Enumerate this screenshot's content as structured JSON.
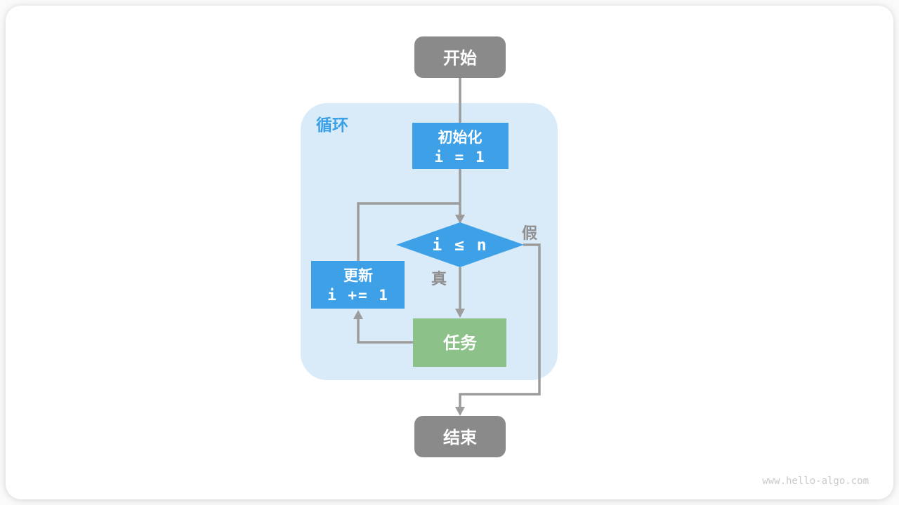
{
  "diagram": {
    "watermark": "www.hello-algo.com",
    "loop": {
      "label": "循环"
    },
    "nodes": {
      "start": {
        "label": "开始"
      },
      "init": {
        "label": "初始化",
        "code": "i = 1"
      },
      "condition": {
        "expression": "i ≤ n"
      },
      "update": {
        "label": "更新",
        "code": "i += 1"
      },
      "task": {
        "label": "任务"
      },
      "end": {
        "label": "结束"
      }
    },
    "edge_labels": {
      "true": "真",
      "false": "假"
    },
    "colors": {
      "terminal_fill": "#8a8a8a",
      "process_fill": "#3ea1e8",
      "task_fill": "#8cc189",
      "loop_bg": "#d9eaf8",
      "loop_label": "#3aa0e7",
      "line": "#9c9c9c",
      "edge_label": "#8f8f8f",
      "node_text": "#ffffff",
      "watermark": "#c9c9c9",
      "card_bg": "#ffffff"
    }
  }
}
